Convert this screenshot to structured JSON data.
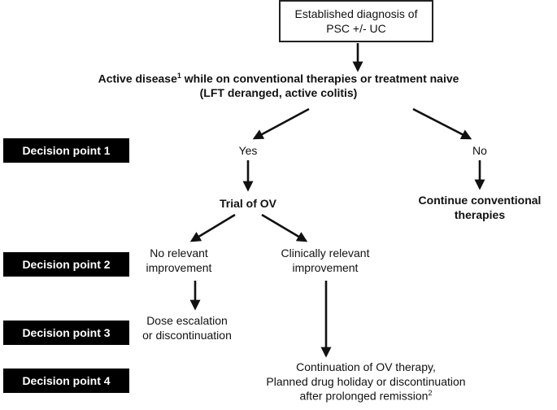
{
  "start": {
    "line1": "Established diagnosis of",
    "line2": "PSC +/- UC"
  },
  "active": {
    "line1_a": "Active disease",
    "line1_sup": "1",
    "line1_b": " while on conventional therapies or treatment naive",
    "line2": "(LFT deranged, active colitis)"
  },
  "decision_points": [
    {
      "label": "Decision point 1"
    },
    {
      "label": "Decision point 2"
    },
    {
      "label": "Decision point 3"
    },
    {
      "label": "Decision point 4"
    }
  ],
  "yes": "Yes",
  "no": "No",
  "trial": "Trial of OV",
  "continue_conv": {
    "line1": "Continue conventional",
    "line2": "therapies"
  },
  "no_improvement": {
    "line1": "No relevant",
    "line2": "improvement"
  },
  "clin_improvement": {
    "line1": "Clinically relevant",
    "line2": "improvement"
  },
  "dose": {
    "line1": "Dose escalation",
    "line2": "or discontinuation"
  },
  "continuation": {
    "line1": "Continuation of OV therapy,",
    "line2": "Planned drug holiday or discontinuation",
    "line3_a": "after prolonged remission",
    "line3_sup": "2"
  }
}
